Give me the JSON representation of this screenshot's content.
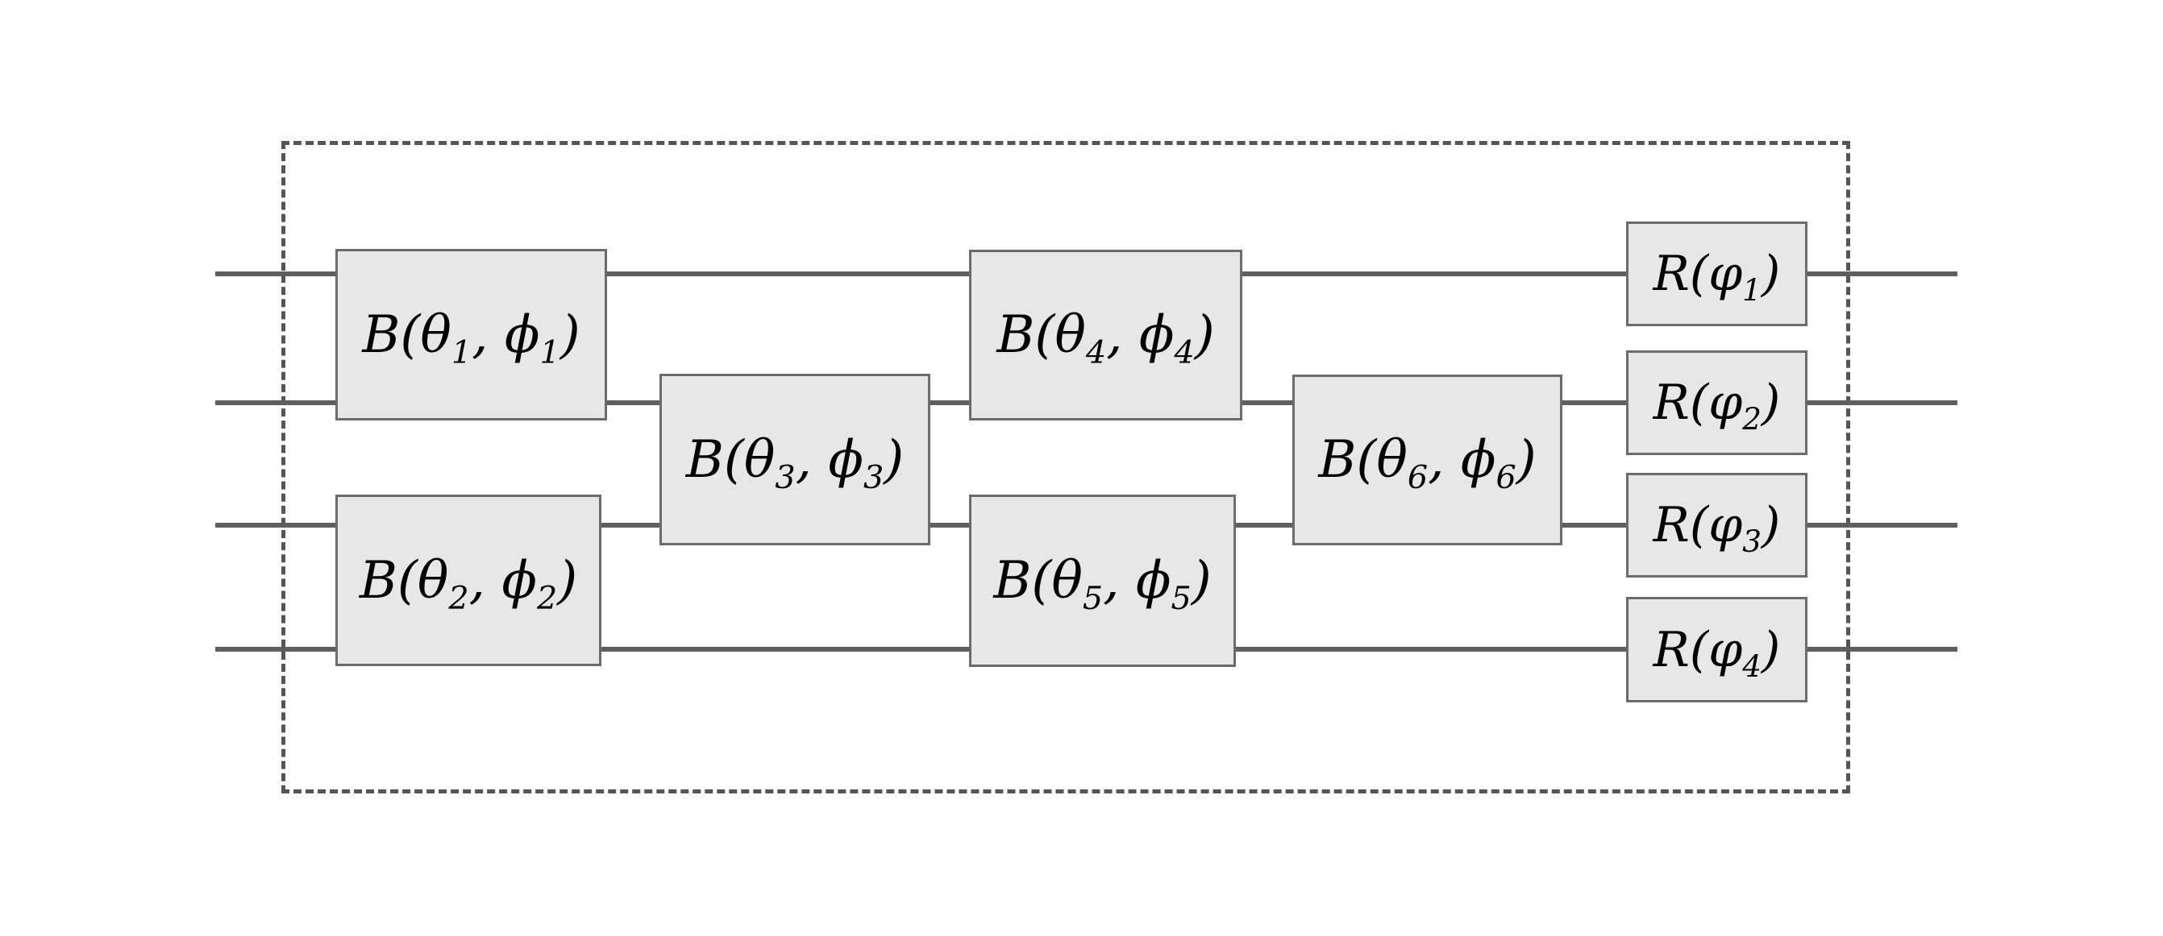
{
  "colors": {
    "background": "#ffffff",
    "wire": "#5f5f5f",
    "gate_fill": "#e7e7e7",
    "gate_border": "#6b6b6b",
    "boundary_dash": "#555555",
    "label_text": "#000000"
  },
  "circuit": {
    "mode_count": 4,
    "b_gates": [
      {
        "pre": "B(θ",
        "sub1": "1",
        "mid": ", ϕ",
        "sub2": "1",
        "post": ")",
        "wires": "1-2"
      },
      {
        "pre": "B(θ",
        "sub1": "2",
        "mid": ", ϕ",
        "sub2": "2",
        "post": ")",
        "wires": "3-4"
      },
      {
        "pre": "B(θ",
        "sub1": "3",
        "mid": ", ϕ",
        "sub2": "3",
        "post": ")",
        "wires": "2-3"
      },
      {
        "pre": "B(θ",
        "sub1": "4",
        "mid": ", ϕ",
        "sub2": "4",
        "post": ")",
        "wires": "1-2"
      },
      {
        "pre": "B(θ",
        "sub1": "5",
        "mid": ", ϕ",
        "sub2": "5",
        "post": ")",
        "wires": "3-4"
      },
      {
        "pre": "B(θ",
        "sub1": "6",
        "mid": ", ϕ",
        "sub2": "6",
        "post": ")",
        "wires": "2-3"
      }
    ],
    "r_gates": [
      {
        "pre": "R(φ",
        "sub": "1",
        "post": ")",
        "wire": "1"
      },
      {
        "pre": "R(φ",
        "sub": "2",
        "post": ")",
        "wire": "2"
      },
      {
        "pre": "R(φ",
        "sub": "3",
        "post": ")",
        "wire": "3"
      },
      {
        "pre": "R(φ",
        "sub": "4",
        "post": ")",
        "wire": "4"
      }
    ]
  }
}
